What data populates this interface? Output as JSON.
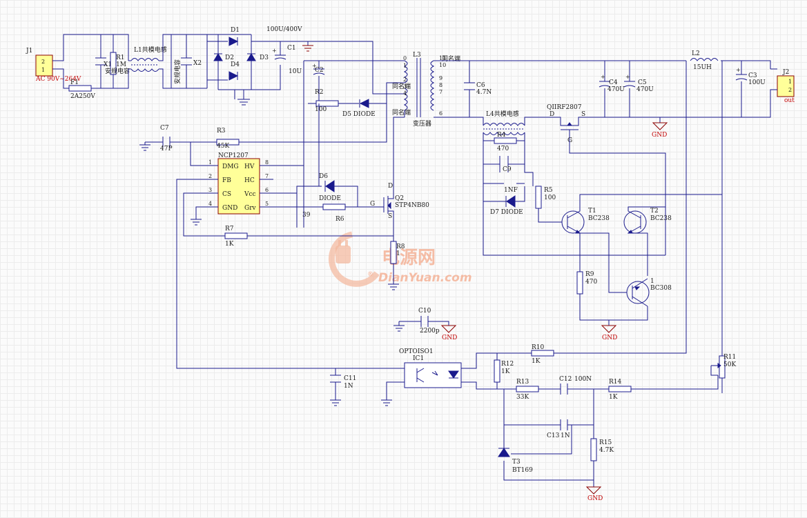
{
  "watermark": {
    "brand_cn": "电源网",
    "brand_en": "DianYuan.com",
    "reg": "®"
  },
  "labels": {
    "J1": "J1",
    "J1_pins": [
      "2",
      "1"
    ],
    "J1_rating": "AC 90V~264V",
    "F1": "F1",
    "F1_val": "2A250V",
    "X1": "X1",
    "R1": "R1",
    "R1_val": "1M",
    "R1_note": "安规电容",
    "L1": "L1共模电感",
    "X2": "X2",
    "X2_note": "安规电容",
    "D1": "D1",
    "D2": "D2",
    "D3": "D3",
    "D4": "D4",
    "C1": "C1",
    "C1_val": "100U/400V",
    "C2": "C2",
    "C2_val": "10U",
    "R2": "R2",
    "R2_val": "100",
    "D5": "D5 DIODE",
    "L3": "L3",
    "L3_pins": [
      "0",
      "1",
      "2",
      "3",
      "4"
    ],
    "L3_sec_pins": [
      "11",
      "10",
      "9",
      "8",
      "7",
      "6"
    ],
    "L3_dot1": "同名端",
    "L3_dot2": "同名端",
    "L3_dot3": "同名端",
    "L3_name": "变压器",
    "C6": "C6",
    "C6_val": "4.7N",
    "L4": "L4共模电感",
    "R4": "R4",
    "R4_val": "470",
    "C9": "C9",
    "C9_val": "1NF",
    "D7": "D7 DIODE",
    "R5": "R5",
    "R5_val": "100",
    "Q1": "QIIRF2807",
    "Q1_D": "D",
    "Q1_S": "S",
    "Q1_G": "G",
    "C4": "C4",
    "C4_val": "470U",
    "C5": "C5",
    "C5_val": "470U",
    "L2": "L2",
    "L2_val": "15UH",
    "C3": "C3",
    "C3_val": "100U",
    "J2": "J2",
    "J2_pins": [
      "1",
      "2"
    ],
    "J2_note": "out",
    "C7": "C7",
    "C7_val": "47P",
    "R3": "R3",
    "R3_val": "45K",
    "U1": "NCP1207",
    "U1_pins_left": [
      "DMG",
      "FB",
      "CS",
      "GND"
    ],
    "U1_pins_right": [
      "HV",
      "HC",
      "Vcc",
      "Grv"
    ],
    "U1_nums_left": [
      "1",
      "2",
      "3",
      "4"
    ],
    "U1_nums_right": [
      "8",
      "7",
      "6",
      "5"
    ],
    "D6": "D6",
    "D6_val": "DIODE",
    "R6": "R6",
    "R6_val": "39",
    "Q2": "Q2",
    "Q2_val": "STP4NB80",
    "Q2_G": "G",
    "Q2_D": "D",
    "Q2_S": "S",
    "R7": "R7",
    "R7_val": "1K",
    "R8": "R8",
    "R8_val": "1",
    "T1": "T1",
    "T1_val": "BC238",
    "T2": "T2",
    "T2_val": "BC238",
    "T4": "1",
    "T4_val": "BC308",
    "R9": "R9",
    "R9_val": "470",
    "C10": "C10",
    "C10_val": "2200p",
    "GND": "GND",
    "OPTO": "OPTOISO1",
    "IC1": "IC1",
    "C11": "C11",
    "C11_val": "1N",
    "R10": "R10",
    "R10_val": "1K",
    "R11": "R11",
    "R11_val": "50K",
    "R12": "R12",
    "R12_val": "1K",
    "R13": "R13",
    "R13_val": "33K",
    "C12": "C12",
    "C12_val": "100N",
    "R14": "R14",
    "R14_val": "1K",
    "C13": "C13",
    "C13_val": "1N",
    "R15": "R15",
    "R15_val": "4.7K",
    "T3": "T3",
    "T3_val": "BT169"
  }
}
